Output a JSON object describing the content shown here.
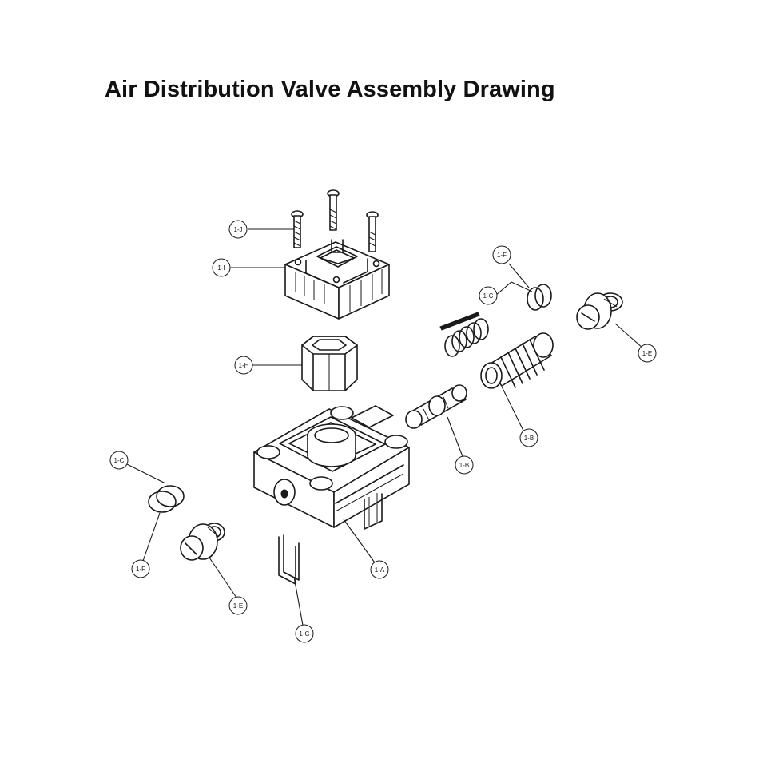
{
  "title": "Air Distribution Valve Assembly Drawing",
  "callouts": [
    {
      "label": "1-J"
    },
    {
      "label": "1-I"
    },
    {
      "label": "1-H"
    },
    {
      "label": "1-F"
    },
    {
      "label": "1-C"
    },
    {
      "label": "1-E"
    },
    {
      "label": "1-B"
    },
    {
      "label": "1-B"
    },
    {
      "label": "1-C"
    },
    {
      "label": "1-F"
    },
    {
      "label": "1-E"
    },
    {
      "label": "1-A"
    },
    {
      "label": "1-G"
    }
  ]
}
